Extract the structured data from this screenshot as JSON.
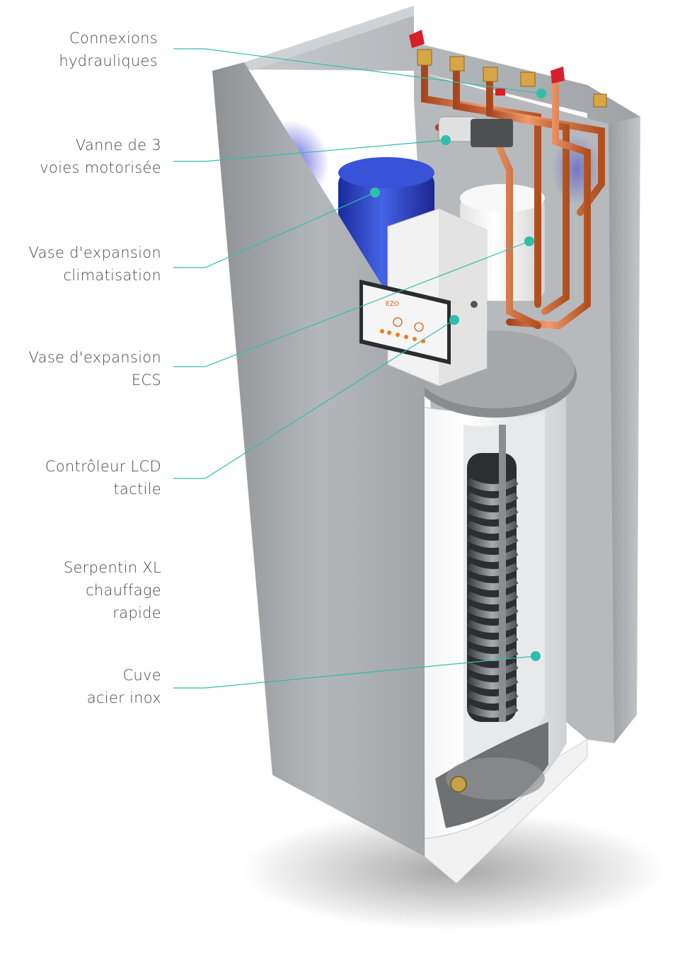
{
  "accent_color": "#2fbfa9",
  "callouts": [
    {
      "id": "connexions",
      "lines": [
        "Connexions",
        "hydrauliques"
      ]
    },
    {
      "id": "vanne",
      "lines": [
        "Vanne de 3",
        "voies motorisée"
      ]
    },
    {
      "id": "vase-clim",
      "lines": [
        "Vase d'expansion",
        "climatisation"
      ]
    },
    {
      "id": "vase-ecs",
      "lines": [
        "Vase d'expansion",
        "ECS"
      ]
    },
    {
      "id": "controleur",
      "lines": [
        "Contrôleur LCD",
        "tactile"
      ]
    },
    {
      "id": "serpentin",
      "lines": [
        "Serpentin XL",
        "chauffage",
        "rapide"
      ]
    },
    {
      "id": "cuve",
      "lines": [
        "Cuve",
        "acier inox"
      ]
    }
  ]
}
